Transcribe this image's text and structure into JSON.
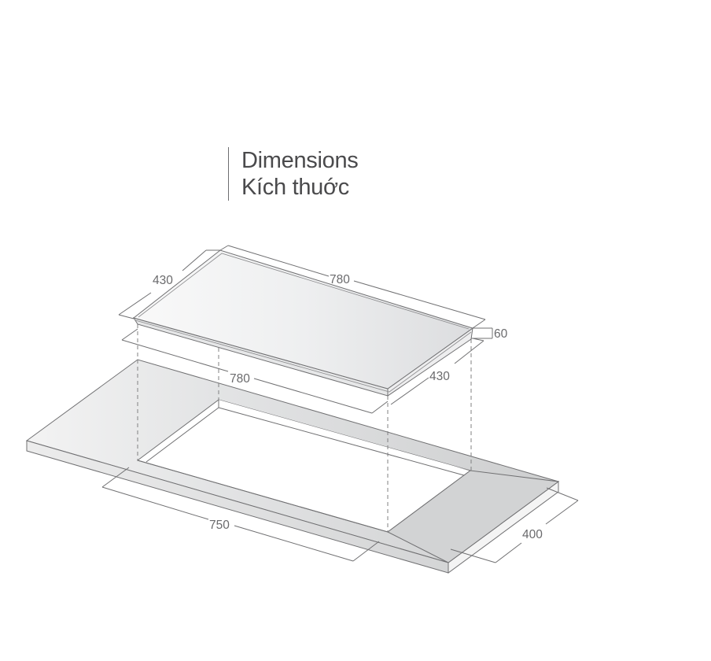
{
  "title": {
    "line1": "Dimensions",
    "line2": "Kích thuớc"
  },
  "dimensions": {
    "hob_depth_top": "430",
    "hob_width_top": "780",
    "hob_height": "60",
    "hob_width_bottom": "780",
    "hob_depth_bottom": "430",
    "cutout_width": "750",
    "cutout_depth": "400"
  },
  "colors": {
    "line": "#707072",
    "glass_light": "#f7f8f8",
    "glass_dark": "#dedfe0",
    "counter_light": "#f1f2f2",
    "counter_dark": "#cfd0d2",
    "text": "#4a4a4c"
  }
}
